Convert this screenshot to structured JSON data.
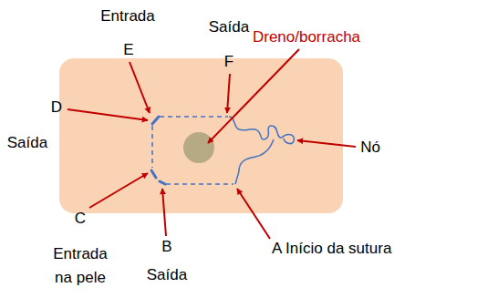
{
  "diagram": {
    "labels": [
      "Entrada",
      "E",
      "Saída",
      "F",
      "Dreno/borracha",
      "D",
      "Saída",
      "Nó",
      "C",
      "B",
      "A Início da sutura",
      "Entrada na pele",
      "Saída"
    ]
  }
}
